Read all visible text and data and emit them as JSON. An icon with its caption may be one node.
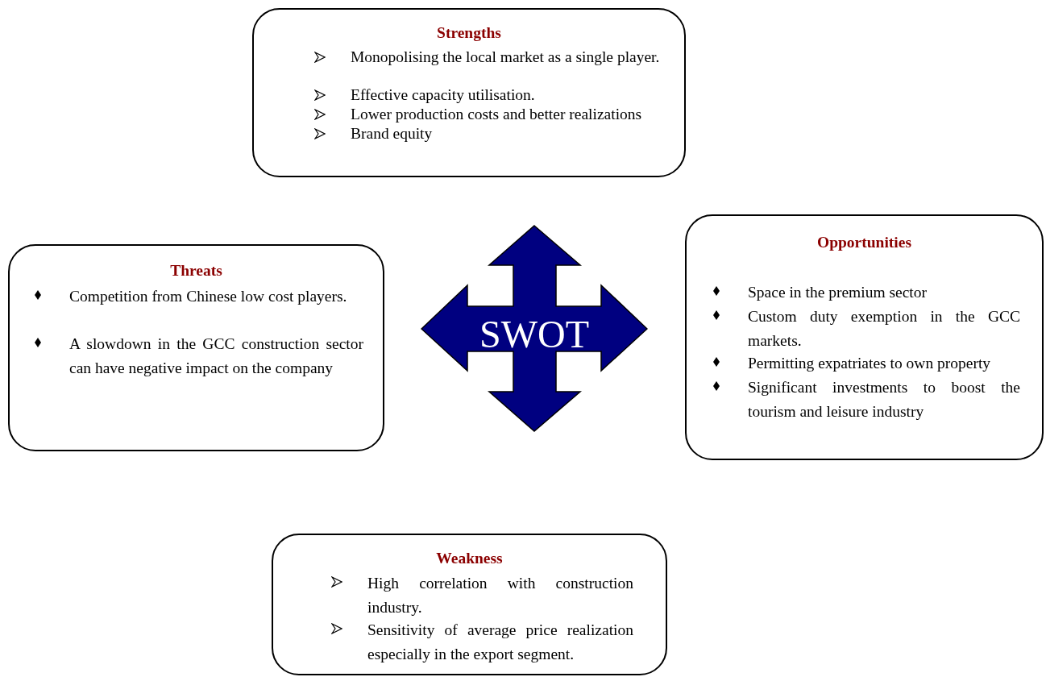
{
  "diagram": {
    "nodes": [
      {
        "text": [
          "Strengths",
          "Monopolising the local market as a single player.",
          "Effective capacity utilisation.",
          "Lower production costs and better realizations",
          "Brand equity"
        ]
      },
      {
        "text": [
          "Threats",
          "Competition from Chinese low cost players.",
          "A slowdown in the GCC construction sector can have negative impact on the company"
        ]
      },
      {
        "text": [
          "SWOT"
        ]
      },
      {
        "text": [
          "Opportunities",
          "Space in the premium sector",
          "Custom duty exemption in the GCC markets.",
          "Permitting expatriates to own property",
          "Significant investments to boost the tourism and leisure industry"
        ]
      },
      {
        "text": [
          "Weakness",
          "High correlation with construction industry.",
          "Sensitivity of average price realization especially in the export segment."
        ]
      }
    ]
  }
}
